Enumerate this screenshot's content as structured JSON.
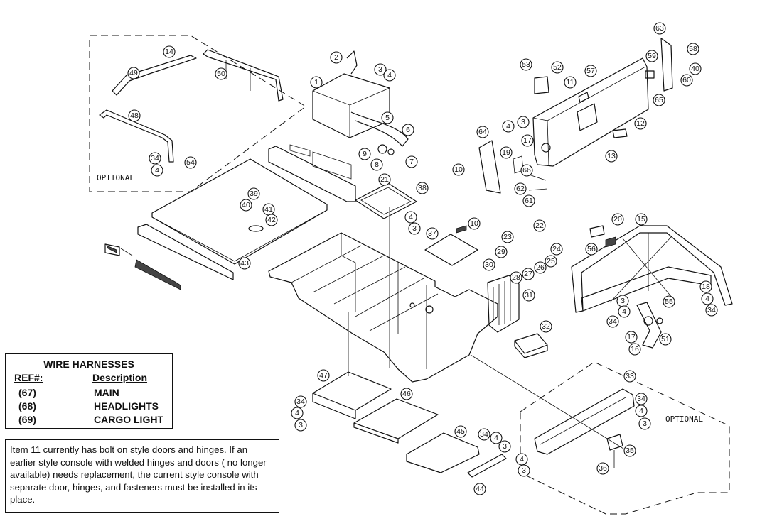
{
  "harness_table": {
    "title": "WIRE HARNESSES",
    "col_ref": "REF#:",
    "col_desc": "Description",
    "rows": [
      {
        "ref": "(67)",
        "desc": "MAIN"
      },
      {
        "ref": "(68)",
        "desc": "HEADLIGHTS"
      },
      {
        "ref": "(69)",
        "desc": "CARGO LIGHT"
      }
    ]
  },
  "note_text": "Item 11 currently has bolt on style doors and hinges. If an earlier style console with welded hinges and doors ( no longer available) needs replacement, the current style console with separate door, hinges, and fasteners must be installed in its place.",
  "optional_label_1": "OPTIONAL",
  "optional_label_2": "OPTIONAL",
  "callouts": [
    "1",
    "2",
    "3",
    "4",
    "5",
    "6",
    "7",
    "8",
    "9",
    "10",
    "11",
    "12",
    "13",
    "14",
    "15",
    "16",
    "17",
    "18",
    "19",
    "20",
    "21",
    "22",
    "23",
    "24",
    "25",
    "26",
    "27",
    "28",
    "29",
    "30",
    "31",
    "32",
    "33",
    "34",
    "35",
    "36",
    "37",
    "38",
    "39",
    "40",
    "41",
    "42",
    "43",
    "44",
    "45",
    "46",
    "47",
    "48",
    "49",
    "50",
    "51",
    "52",
    "53",
    "54",
    "55",
    "56",
    "57",
    "58",
    "59",
    "60",
    "61",
    "62",
    "63",
    "64",
    "65",
    "66"
  ]
}
